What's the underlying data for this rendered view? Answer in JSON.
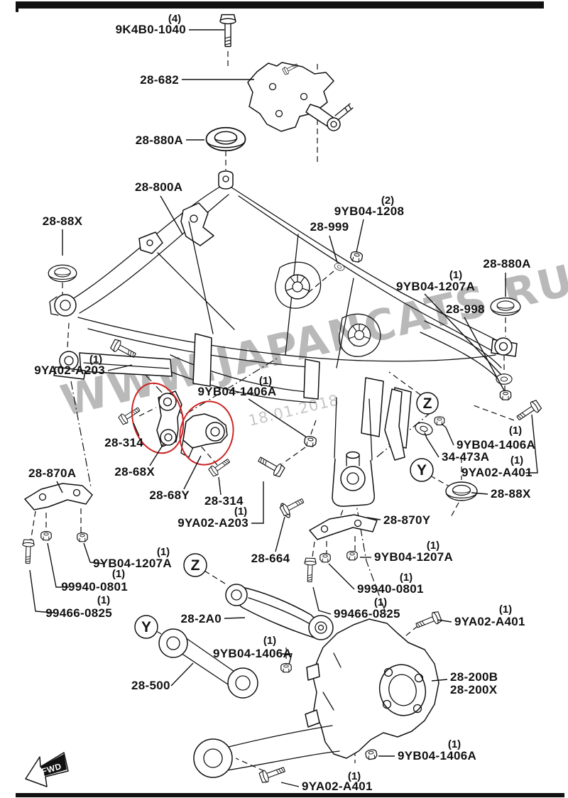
{
  "diagram": {
    "watermark": {
      "site": "WWW.JAPANCATS.RU",
      "date": "18.01.2018"
    },
    "fwd_label": "FWD",
    "view_markers": {
      "z": "Z",
      "y": "Y"
    },
    "colors": {
      "line": "#111111",
      "highlight": "#cc2222",
      "watermark": "#b9b9b9"
    },
    "labels": {
      "k9k4b0_1040": {
        "text": "9K4B0-1040",
        "qty": "(4)"
      },
      "k28_682": {
        "text": "28-682"
      },
      "k28_880a_top": {
        "text": "28-880A"
      },
      "k28_800a": {
        "text": "28-800A"
      },
      "k28_88x_left": {
        "text": "28-88X"
      },
      "k9yb04_1208": {
        "text": "9YB04-1208",
        "qty": "(2)"
      },
      "k28_999": {
        "text": "28-999"
      },
      "k9yb04_1207a_top": {
        "text": "9YB04-1207A",
        "qty": "(1)"
      },
      "k28_998": {
        "text": "28-998"
      },
      "k28_880a_right": {
        "text": "28-880A"
      },
      "k9ya02_a203_top": {
        "text": "9YA02-A203",
        "qty": "(1)"
      },
      "k9yb04_1406a_mid": {
        "text": "9YB04-1406A",
        "qty": "(1)"
      },
      "k28_314_a": {
        "text": "28-314"
      },
      "k28_870a": {
        "text": "28-870A"
      },
      "k28_68x": {
        "text": "28-68X"
      },
      "k28_68y": {
        "text": "28-68Y"
      },
      "k28_314_b": {
        "text": "28-314"
      },
      "k9ya02_a203_mid": {
        "text": "9YA02-A203",
        "qty": "(1)"
      },
      "k28_664": {
        "text": "28-664"
      },
      "k28_870y": {
        "text": "28-870Y"
      },
      "k9yb04_1207a_right": {
        "text": "9YB04-1207A",
        "qty": "(1)"
      },
      "k99940_0801_right": {
        "text": "99940-0801",
        "qty": "(1)"
      },
      "k99466_0825_right": {
        "text": "99466-0825",
        "qty": "(1)"
      },
      "k9ya02_a401_rm": {
        "text": "9YA02-A401",
        "qty": "(1)"
      },
      "k9ya02_a401_rb": {
        "text": "9YA02-A401",
        "qty": "(1)"
      },
      "k9ya02_a401_bot": {
        "text": "9YA02-A401",
        "qty": "(1)"
      },
      "k28_200b": {
        "text": "28-200B"
      },
      "k28_200x": {
        "text": "28-200X"
      },
      "k34_473a": {
        "text": "34-473A"
      },
      "k9yb04_1406a_right": {
        "text": "9YB04-1406A",
        "qty": "(1)"
      },
      "k28_88x_right": {
        "text": "28-88X"
      },
      "k9yb04_1207a_lb": {
        "text": "9YB04-1207A",
        "qty": "(1)"
      },
      "k99940_0801_left": {
        "text": "99940-0801",
        "qty": "(1)"
      },
      "k99466_0825_left": {
        "text": "99466-0825",
        "qty": "(1)"
      },
      "k28_2a0": {
        "text": "28-2A0"
      },
      "k9yb04_1406a_mb": {
        "text": "9YB04-1406A",
        "qty": "(1)"
      },
      "k28_500": {
        "text": "28-500"
      },
      "k9yb04_1406a_bot": {
        "text": "9YB04-1406A",
        "qty": "(1)"
      }
    }
  }
}
